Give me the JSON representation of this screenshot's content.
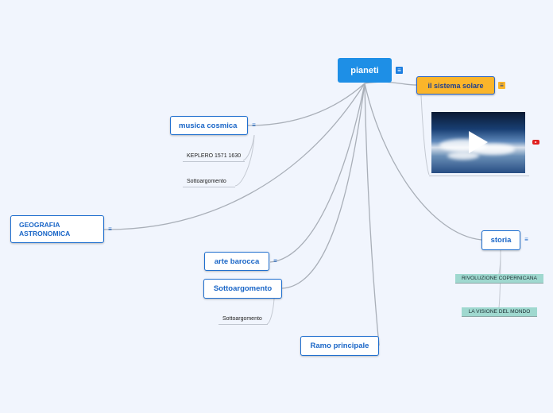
{
  "root": {
    "label": "pianeti"
  },
  "nodes": {
    "sistema_solare": "il sistema solare",
    "musica_cosmica": "musica cosmica",
    "geografia": "GEOGRAFIA\nASTRONOMICA",
    "arte_barocca": "arte barocca",
    "sottoargomento": "Sottoargomento",
    "ramo_principale": "Ramo principale",
    "storia": "storia"
  },
  "subtopics": {
    "keplero": "KEPLERO 1571 1630",
    "musica_sotto": "Sottoargomento",
    "sotto_sotto": "Sottoargomento",
    "rivoluzione": "RIVOLUZIONE COPERNICANA",
    "visione": "LA VISIONE DEL MONDO"
  },
  "icons": {
    "note": "notes-icon",
    "video": "youtube-icon",
    "play": "play-icon"
  },
  "colors": {
    "background": "#f1f5fd",
    "root_fill": "#1e8fe6",
    "node_border": "#1f6fcf",
    "orange": "#fbb52a",
    "teal": "#9fd8cf",
    "link": "#a9afb8"
  }
}
